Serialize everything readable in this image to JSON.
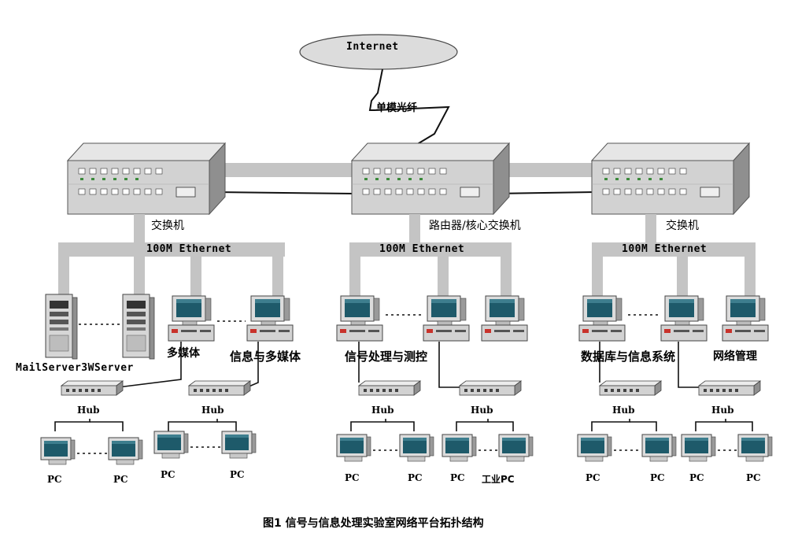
{
  "internet": "Internet",
  "fiber": "单模光纤",
  "left_switch": "交换机",
  "core_switch": "路由器/核心交换机",
  "right_switch": "交换机",
  "ethernet": [
    "100M Ethernet",
    "100M Ethernet",
    "100M Ethernet"
  ],
  "servers": "MailServer3WServer",
  "groups": [
    "多媒体",
    "信息与多媒体",
    "信号处理与测控",
    "数据库与信息系统",
    "网络管理"
  ],
  "hub": "Hub",
  "pcs": [
    "PC",
    "PC",
    "PC",
    "PC",
    "PC",
    "PC",
    "PC",
    "PC",
    "PC",
    "PC",
    "PC"
  ],
  "industrial_pc": "工业PC",
  "caption": "图1 信号与信息处理实验室网络平台拓扑结构",
  "colors": {
    "bus": "#c4c4c4",
    "device": "#d2d2d2",
    "device_dark": "#8f8f8f",
    "screen": "#1e5a6a"
  }
}
